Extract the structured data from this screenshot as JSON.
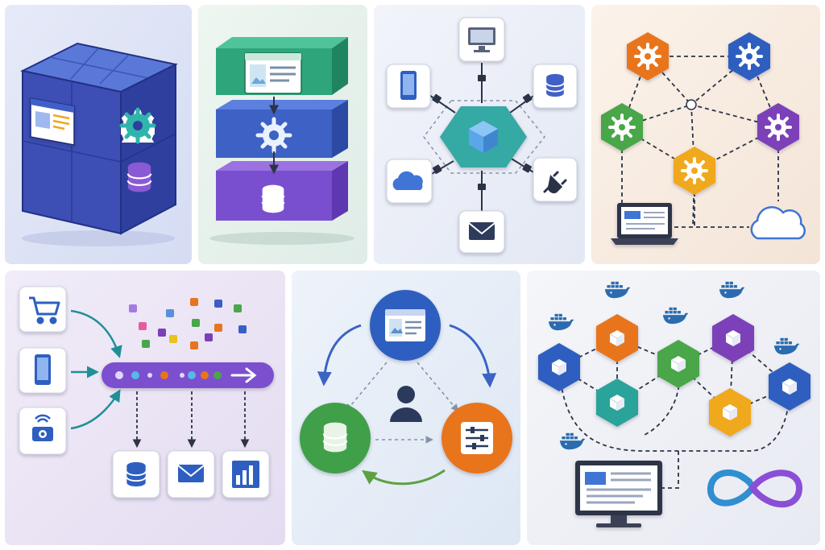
{
  "panels": [
    {
      "id": "modular-cube",
      "background": "#e9edf9"
    },
    {
      "id": "layered-stack",
      "background": "#eaf3ee"
    },
    {
      "id": "hub-spoke",
      "background": "#edf1f8"
    },
    {
      "id": "hex-mesh",
      "background": "#fbf1e6"
    },
    {
      "id": "event-stream",
      "background": "#f1eaf7"
    },
    {
      "id": "cycle-triangle",
      "background": "#eaf1f9"
    },
    {
      "id": "container-mesh",
      "background": "#f2f3f7"
    }
  ],
  "colors": {
    "navy": "#2d3a8c",
    "blue": "#3f61c7",
    "teal": "#2aa39a",
    "green": "#4aa64a",
    "purple": "#7c4fcf",
    "orange": "#e8741f",
    "yellow": "#f0a81d",
    "docker_blue": "#2b6cb0"
  },
  "icons": [
    "browser-window-icon",
    "gear-icon",
    "database-icon",
    "monitor-icon",
    "mobile-phone-icon",
    "cloud-icon",
    "plug-icon",
    "envelope-icon",
    "laptop-icon",
    "shopping-cart-icon",
    "iot-camera-icon",
    "bar-chart-icon",
    "user-icon",
    "sliders-icon",
    "cube-icon",
    "docker-whale-icon",
    "infinity-loop-icon",
    "arrow-right-icon"
  ]
}
